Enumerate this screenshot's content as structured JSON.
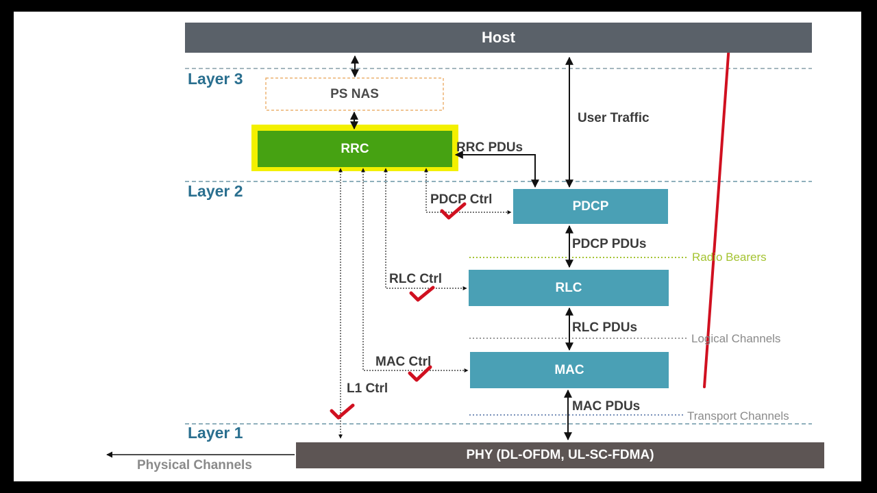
{
  "host": {
    "label": "Host"
  },
  "layers": {
    "layer3": "Layer 3",
    "layer2": "Layer 2",
    "layer1": "Layer 1"
  },
  "boxes": {
    "ps_nas": "PS NAS",
    "rrc": "RRC",
    "pdcp": "PDCP",
    "rlc": "RLC",
    "mac": "MAC",
    "phy": "PHY (DL-OFDM, UL-SC-FDMA)"
  },
  "flows": {
    "user_traffic": "User Traffic",
    "rrc_pdus": "RRC PDUs",
    "pdcp_ctrl": "PDCP Ctrl",
    "pdcp_pdus": "PDCP PDUs",
    "rlc_ctrl": "RLC Ctrl",
    "rlc_pdus": "RLC PDUs",
    "mac_ctrl": "MAC Ctrl",
    "mac_pdus": "MAC PDUs",
    "l1_ctrl": "L1 Ctrl"
  },
  "channels": {
    "radio_bearers": "Radio Bearers",
    "logical_channels": "Logical Channels",
    "transport_channels": "Transport Channels",
    "physical_channels": "Physical Channels"
  },
  "colors": {
    "host_bar": "#5a6169",
    "rrc_fill": "#46a212",
    "rrc_border": "#f3f000",
    "blocks": "#4aa0b5",
    "phy_bar": "#5d5554",
    "layer_text": "#2a6f8f",
    "radio_bearers": "#a4c331",
    "annotation_red": "#d01020"
  }
}
